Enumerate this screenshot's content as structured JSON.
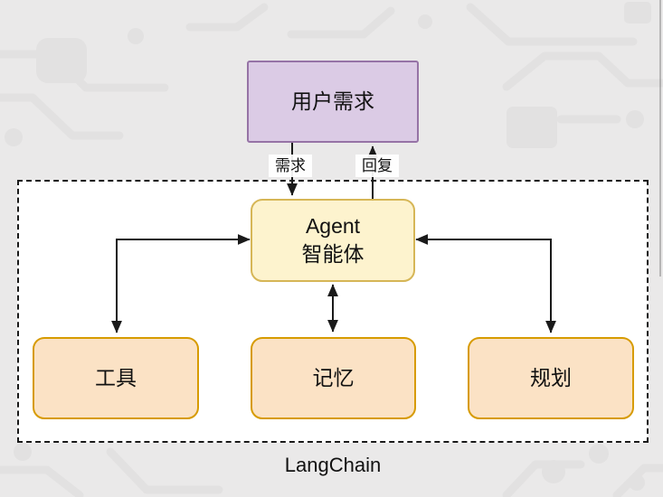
{
  "diagram": {
    "nodes": {
      "user_need": {
        "label": "用户需求"
      },
      "agent": {
        "label_line1": "Agent",
        "label_line2": "智能体"
      },
      "tools": {
        "label": "工具"
      },
      "memory": {
        "label": "记忆"
      },
      "planning": {
        "label": "规划"
      }
    },
    "edge_labels": {
      "demand": "需求",
      "reply": "回复"
    },
    "container_label": "LangChain",
    "colors": {
      "background": "#eae9e9",
      "pattern": "#e2e1e1",
      "container_fill": "#ffffff",
      "dash": "#1a1a1a",
      "arrow": "#1a1a1a",
      "text": "#111111",
      "user_need_fill": "#dbcbe5",
      "user_need_stroke": "#9673a6",
      "agent_fill": "#fdf3ce",
      "agent_stroke": "#d6b656",
      "component_fill": "#fbe2c5",
      "component_stroke": "#d79b00"
    }
  }
}
